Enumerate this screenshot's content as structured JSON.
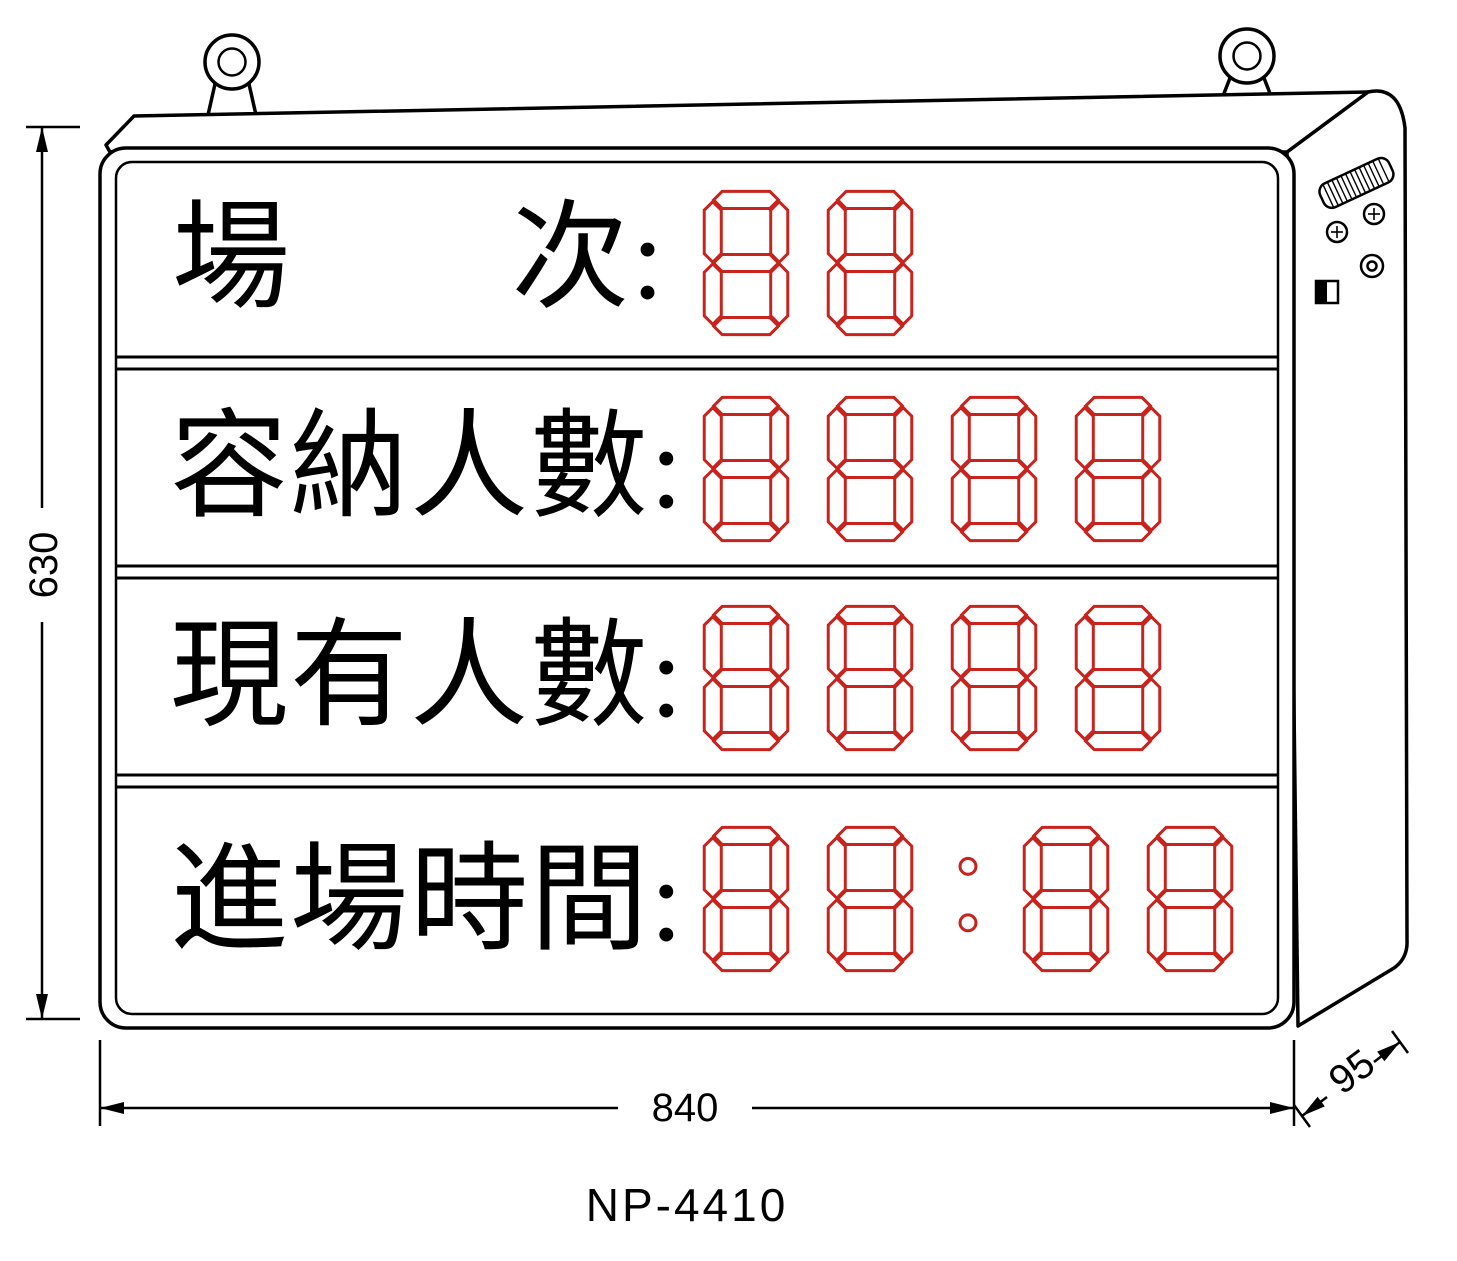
{
  "board": {
    "rows": [
      {
        "label_parts": [
          "場",
          "次:"
        ],
        "digits": 2,
        "colon": false,
        "placeholder": "88"
      },
      {
        "label": "容納人數:",
        "digits": 4,
        "colon": false,
        "placeholder": "8888"
      },
      {
        "label": "現有人數:",
        "digits": 4,
        "colon": false,
        "placeholder": "8888"
      },
      {
        "label": "進場時間:",
        "digits": 4,
        "colon": true,
        "placeholder": "88:88"
      }
    ]
  },
  "dimensions": {
    "height": "630",
    "width": "840",
    "depth": "95"
  },
  "model": "NP-4410",
  "colors": {
    "digit_red": "#c8231d",
    "line": "#000000"
  }
}
